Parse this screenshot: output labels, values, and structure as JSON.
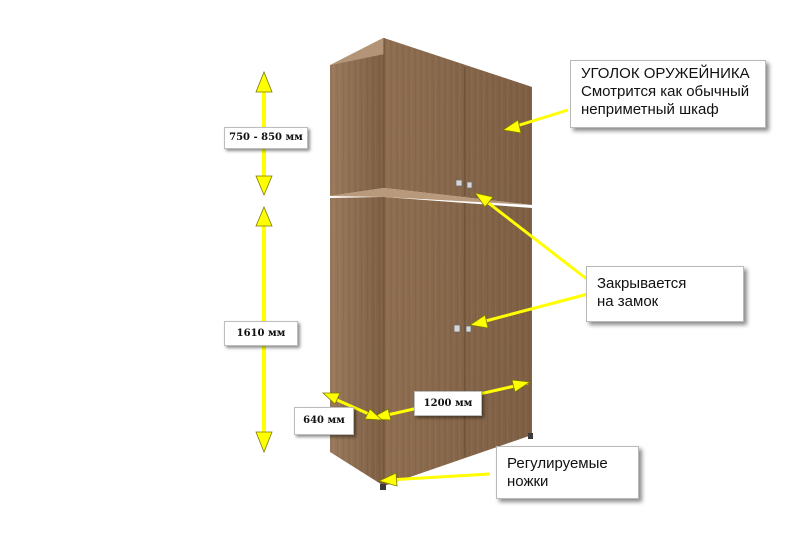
{
  "colors": {
    "arrow": "#ffff00",
    "arrow_edge": "#8a8a00",
    "wood": "#8b6a4c",
    "wood_side": "#7a5b40",
    "wood_top": "#a8896a"
  },
  "callouts": {
    "gun_corner": {
      "line1": "УГОЛОК ОРУЖЕЙНИКА",
      "line2": "Смотрится как обычный",
      "line3": "неприметный шкаф"
    },
    "lock": {
      "line1": "Закрывается",
      "line2": "на замок"
    },
    "legs": {
      "line1": "Регулируемые",
      "line2": "ножки"
    }
  },
  "dimensions": {
    "top_height": "750 - 850 мм",
    "bottom_height": "1610 мм",
    "width": "1200 мм",
    "depth": "640 мм"
  }
}
